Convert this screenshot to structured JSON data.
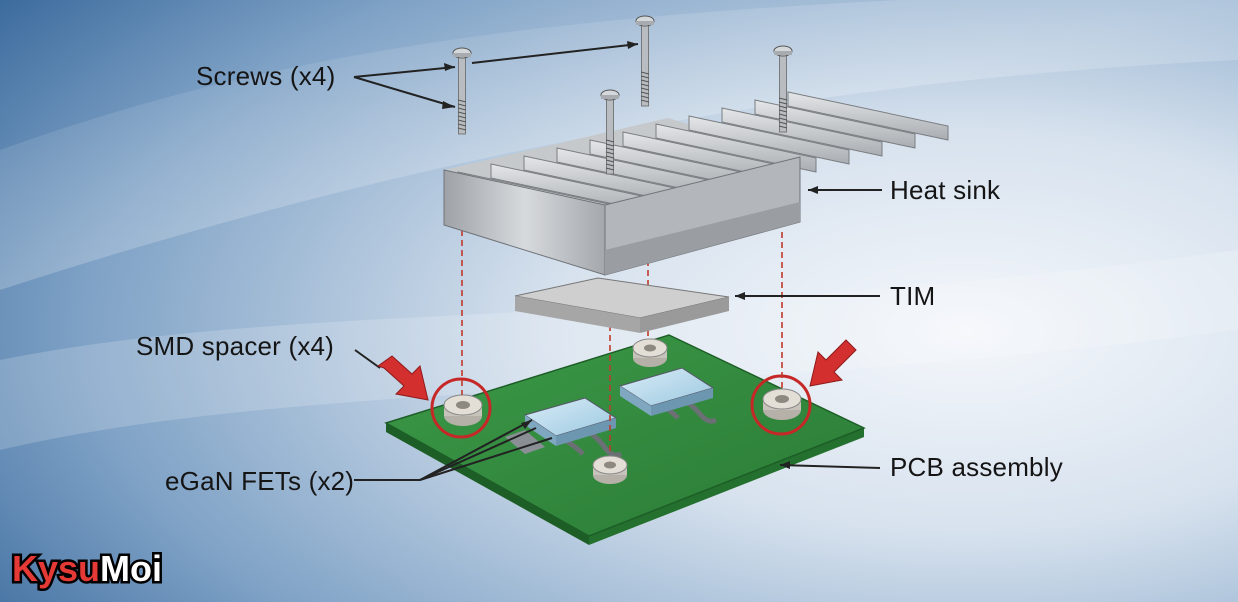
{
  "labels": {
    "screws": "Screws (x4)",
    "heat_sink": "Heat sink",
    "tim": "TIM",
    "smd_spacer": "SMD spacer (x4)",
    "egan_fets": "eGaN FETs (x2)",
    "pcb_assembly": "PCB assembly"
  },
  "watermark": {
    "text": "KysuMoi",
    "colors": {
      "accent": "#e53935",
      "outline": "#000000",
      "fill": "#ffffff"
    }
  },
  "colors": {
    "pcb": "#2f8a3c",
    "pcb_edge": "#1d5e27",
    "highlight_circle": "#c62828",
    "pointer_arrow": "#d32f2f",
    "alignment_line": "#c0392b",
    "heatsink": "#b9bcc0",
    "tim": "#c9c9c9"
  }
}
